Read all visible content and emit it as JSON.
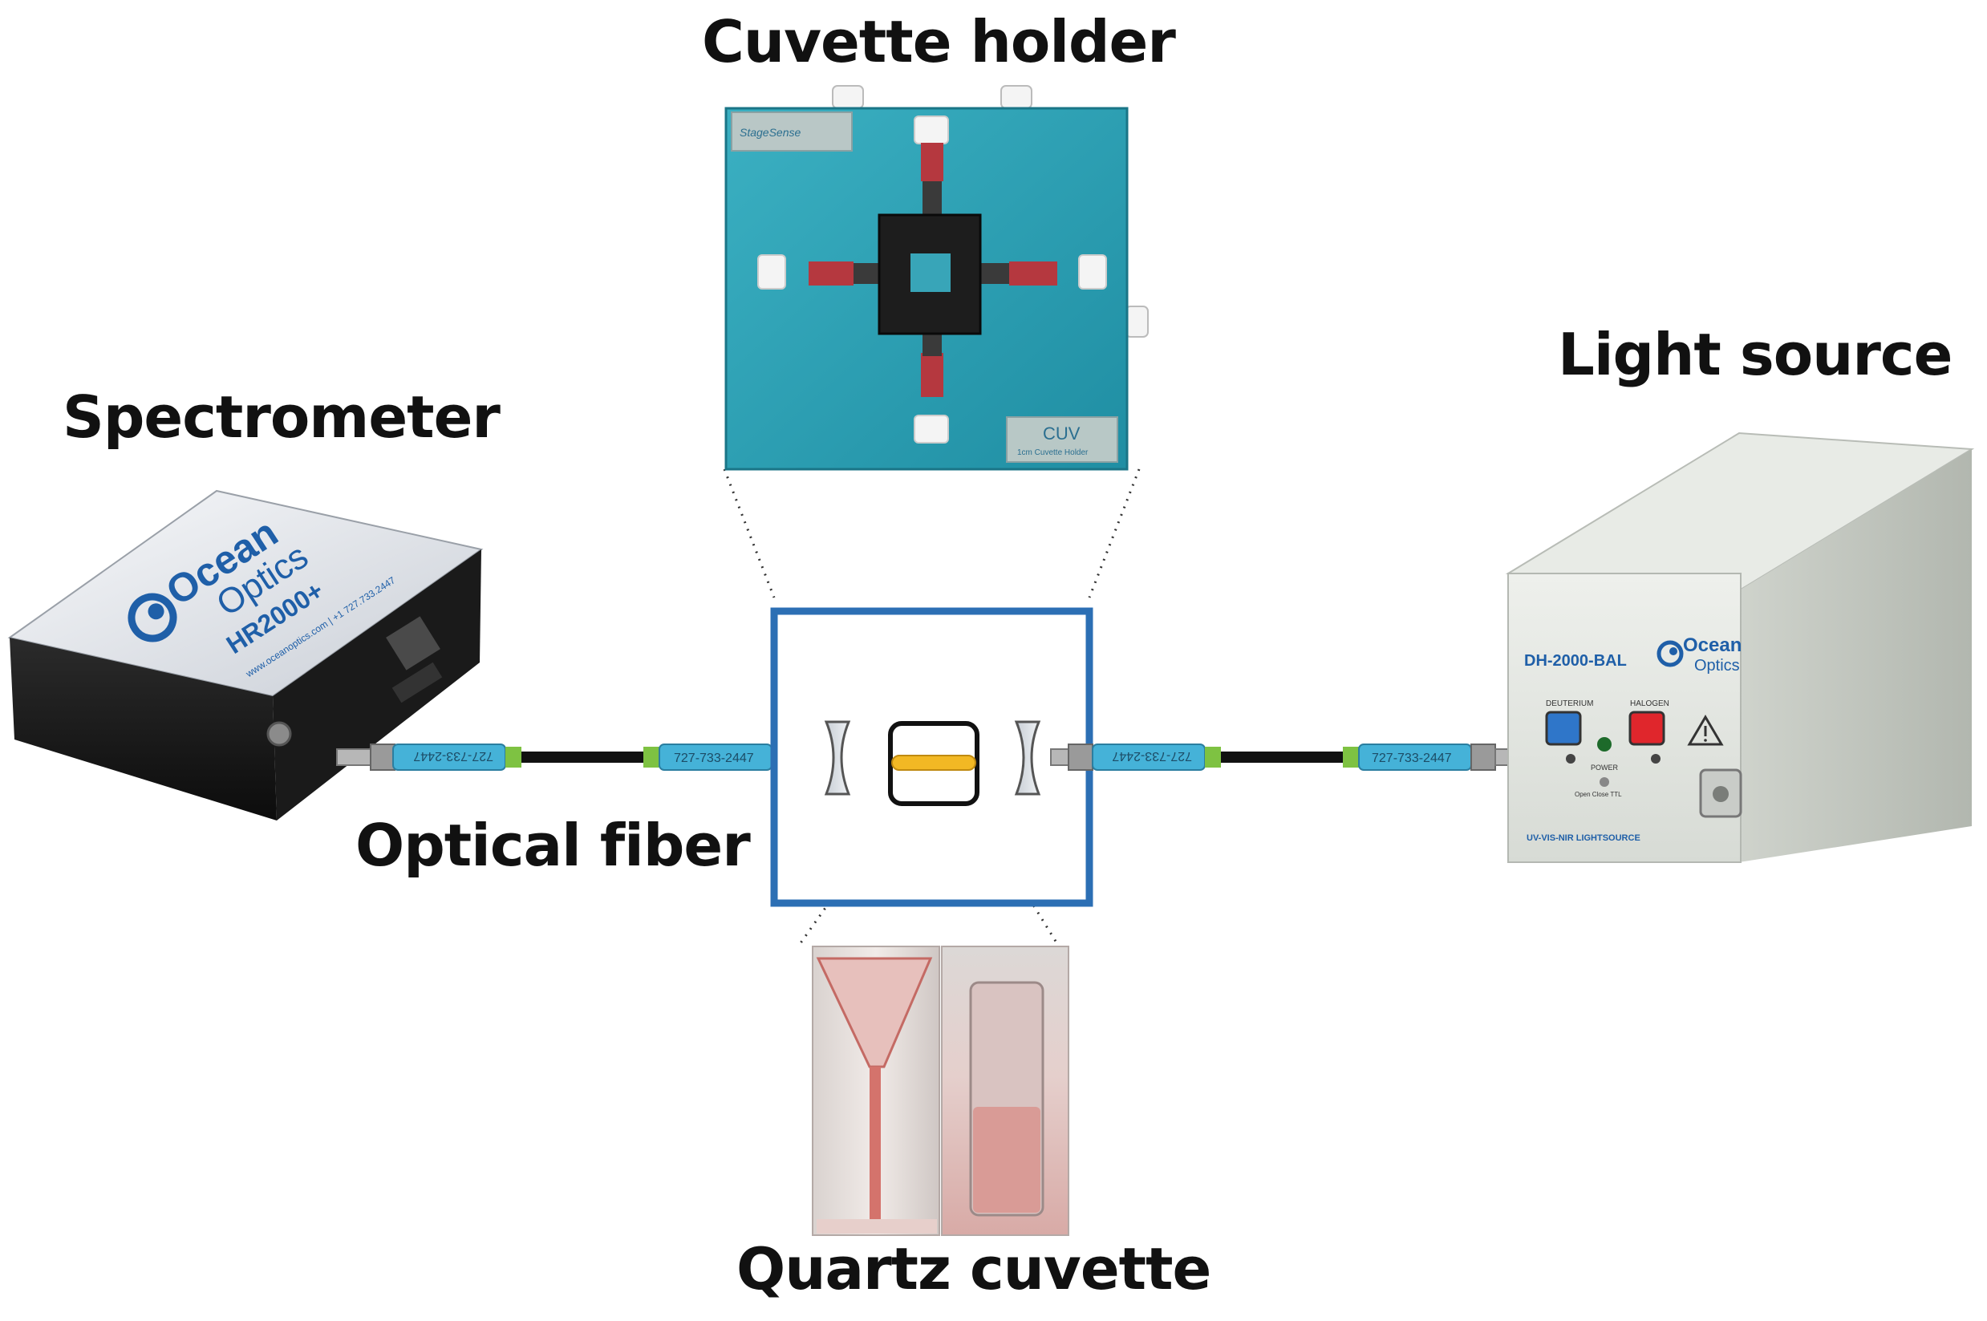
{
  "labels": {
    "cuvette_holder": "Cuvette holder",
    "spectrometer": "Spectrometer",
    "light_source": "Light source",
    "optical_fiber": "Optical fiber",
    "quartz_cuvette": "Quartz cuvette"
  },
  "spectrometer_device": {
    "brand_line1": "Ocean",
    "brand_line2": "Optics",
    "model": "HR2000+",
    "url_line": "www.oceanoptics.com | +1 727.733.2447"
  },
  "light_source_device": {
    "model": "DH-2000-BAL",
    "brand_line1": "Ocean",
    "brand_line2": "Optics",
    "deuterium_label": "DEUTERIUM",
    "halogen_label": "HALOGEN",
    "power_label": "POWER",
    "switch_label": "Open  Close  TTL",
    "footer": "UV-VIS-NIR LIGHTSOURCE",
    "warning_icon": "warning-triangle-icon"
  },
  "cuvette_holder_device": {
    "plate_badge": "CUV",
    "plate_badge_sub": "1cm Cuvette Holder",
    "corner_tag": "StageSense"
  },
  "fiber": {
    "part_number": "727-733-2447"
  },
  "colors": {
    "frame_blue": "#2c6fb4",
    "plate_teal": "#2b9cb0",
    "fiber_cyan": "#45b2d8",
    "sample_yellow": "#f2b824",
    "brand_blue": "#1f5fa8"
  }
}
